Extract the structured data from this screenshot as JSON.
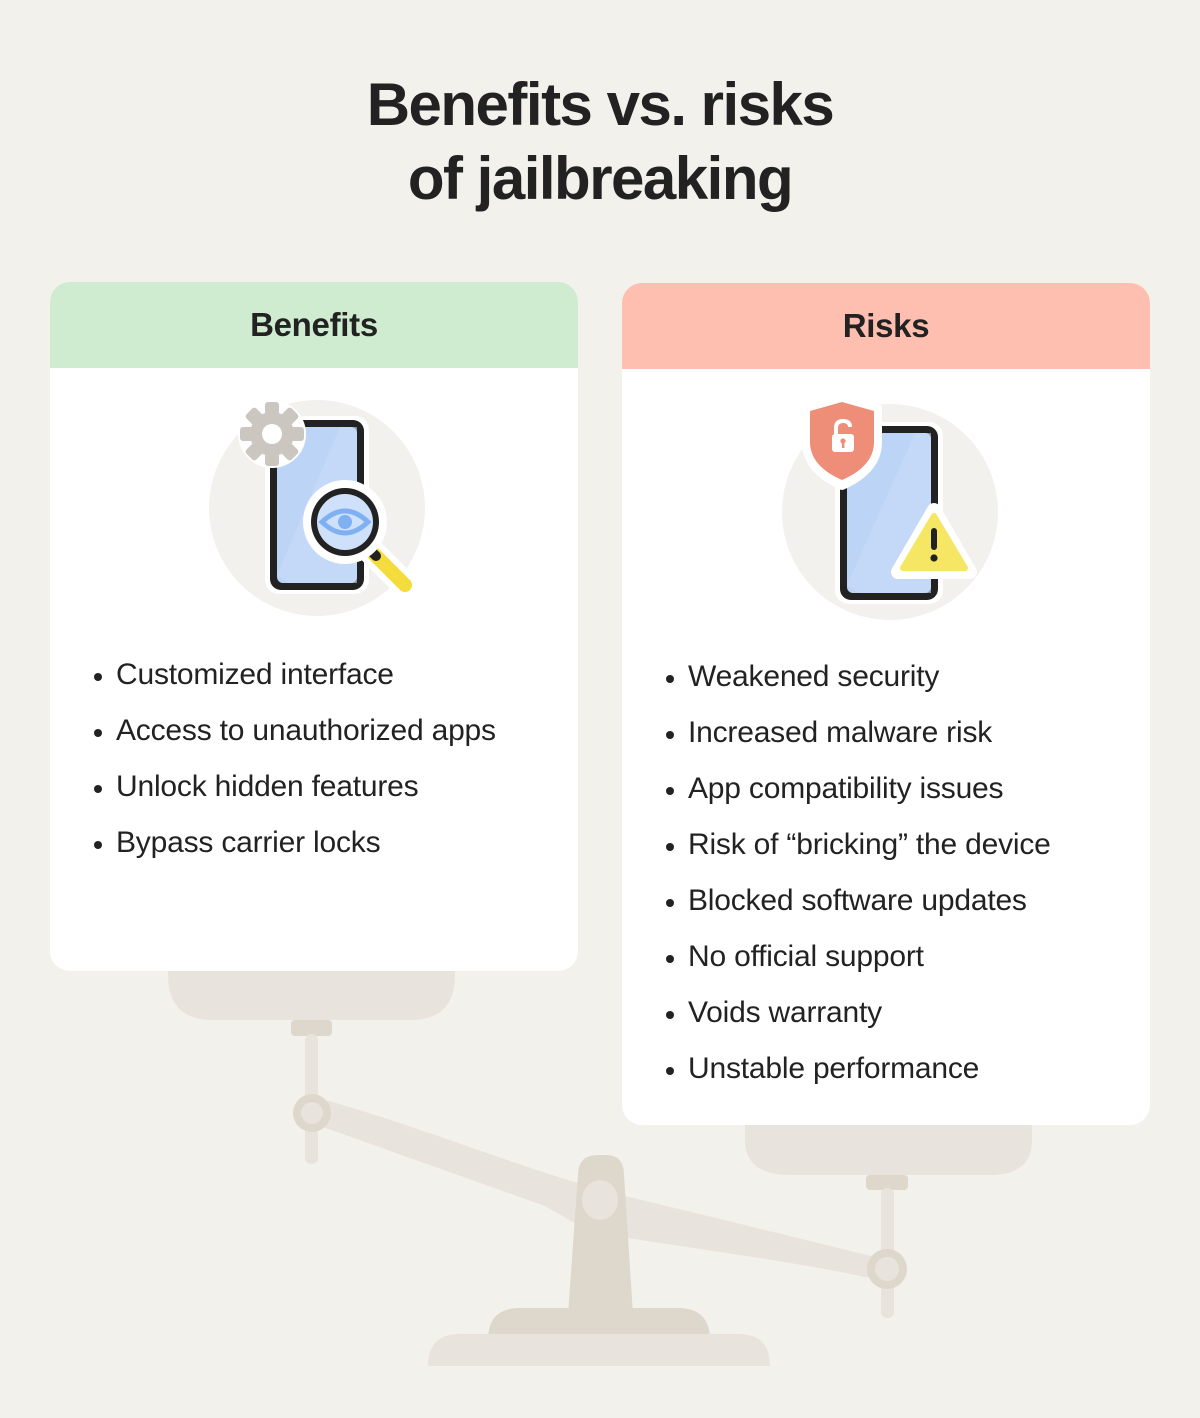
{
  "title": {
    "line1": "Benefits vs. risks",
    "line2": "of jailbreaking"
  },
  "colors": {
    "background": "#f3f1ec",
    "benefits_header": "#cfebd0",
    "risks_header": "#ffbfb0",
    "card": "#ffffff",
    "text": "#222222",
    "phone_screen": "#bcd4f5",
    "magnifier_handle": "#f4dc3c",
    "shield": "#ee8d78",
    "warning": "#f5e663",
    "gear": "#cbc7c0",
    "scale_light": "#e8e4dd",
    "scale_dark": "#ddd7cc"
  },
  "benefits": {
    "header": "Benefits",
    "icon": "phone-gear-magnifier-eye-icon",
    "items": [
      "Customized interface",
      "Access to unauthorized apps",
      "Unlock hidden features",
      "Bypass carrier locks"
    ]
  },
  "risks": {
    "header": "Risks",
    "icon": "phone-unlocked-shield-warning-icon",
    "items": [
      "Weakened security",
      "Increased malware risk",
      "App compatibility issues",
      "Risk of “bricking” the device",
      "Blocked software updates",
      "No official support",
      "Voids warranty",
      "Unstable performance"
    ]
  },
  "decoration": {
    "icon": "balance-scale-icon",
    "state": "tipped toward risks"
  }
}
